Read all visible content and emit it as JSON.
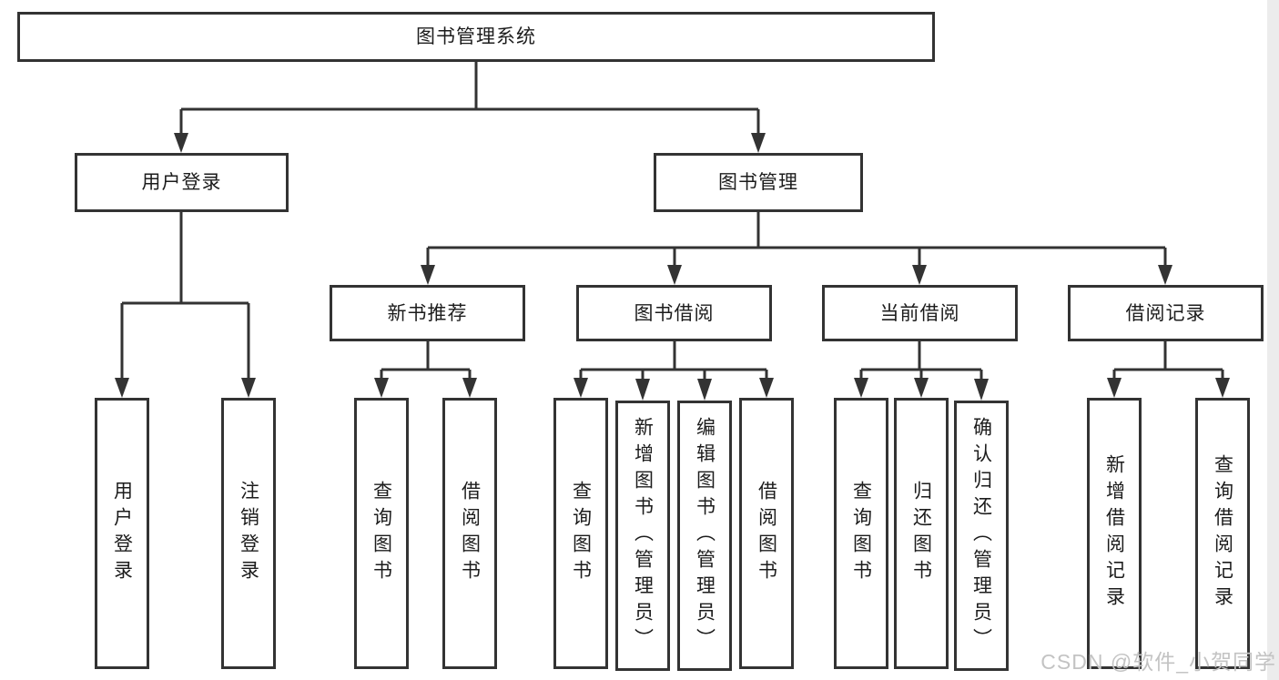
{
  "tree": {
    "root": {
      "label": "图书管理系统"
    },
    "branches": [
      {
        "label": "用户登录",
        "children": [
          {
            "label": "用户登录"
          },
          {
            "label": "注销登录"
          }
        ]
      },
      {
        "label": "图书管理",
        "children": [
          {
            "label": "新书推荐",
            "children": [
              {
                "label": "查询图书"
              },
              {
                "label": "借阅图书"
              }
            ]
          },
          {
            "label": "图书借阅",
            "children": [
              {
                "label": "查询图书"
              },
              {
                "label": "新增图书（管理员）"
              },
              {
                "label": "编辑图书（管理员）"
              },
              {
                "label": "借阅图书"
              }
            ]
          },
          {
            "label": "当前借阅",
            "children": [
              {
                "label": "查询图书"
              },
              {
                "label": "归还图书"
              },
              {
                "label": "确认归还（管理员）"
              }
            ]
          },
          {
            "label": "借阅记录",
            "children": [
              {
                "label": "新增借阅记录"
              },
              {
                "label": "查询借阅记录"
              }
            ]
          }
        ]
      }
    ]
  },
  "watermark": "CSDN @软件_小贺同学",
  "colors": {
    "line": "#333333",
    "text": "#1c1c1c",
    "watermark": "#c3c3c3",
    "background": "#ffffff"
  }
}
